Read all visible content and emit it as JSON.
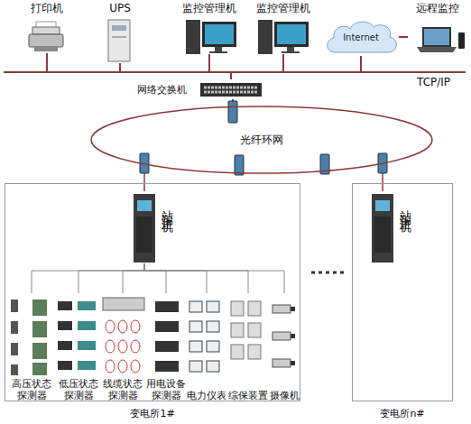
{
  "diagram": {
    "nodes": [
      {
        "text": [
          "打印机"
        ]
      },
      {
        "text": [
          "UPS"
        ]
      },
      {
        "text": [
          "监控管理机"
        ]
      },
      {
        "text": [
          "监控管理机"
        ]
      },
      {
        "text": [
          "Internet"
        ]
      },
      {
        "text": [
          "远程监控"
        ]
      },
      {
        "text": [
          "网络交换机"
        ]
      },
      {
        "text": [
          "光纤环网"
        ]
      },
      {
        "text": [
          "变电所1#"
        ]
      },
      {
        "text": [
          "站端主机"
        ],
        "in": 8
      },
      {
        "text": [
          "高压状态探测器"
        ],
        "in": 8
      },
      {
        "text": [
          "低压状态探测器"
        ],
        "in": 8
      },
      {
        "text": [
          "线缆状态探测器"
        ],
        "in": 8
      },
      {
        "text": [
          "用电设备探测器"
        ],
        "in": 8
      },
      {
        "text": [
          "电力仪表"
        ],
        "in": 8
      },
      {
        "text": [
          "综保装置"
        ],
        "in": 8
      },
      {
        "text": [
          "摄像机"
        ],
        "in": 8
      },
      {
        "text": [
          "变电所n#"
        ]
      },
      {
        "text": [
          "站端主机"
        ],
        "in": 17
      }
    ],
    "edges": [
      {
        "from": 0,
        "to": 6,
        "arrow": "none"
      },
      {
        "from": 1,
        "to": 6,
        "arrow": "none"
      },
      {
        "from": 2,
        "to": 6,
        "arrow": "none"
      },
      {
        "from": 3,
        "to": 6,
        "arrow": "none"
      },
      {
        "from": 4,
        "to": 6,
        "arrow": "none"
      },
      {
        "from": 4,
        "to": 5,
        "arrow": "none"
      },
      {
        "from": 6,
        "to": 7,
        "arrow": "none"
      },
      {
        "from": 7,
        "to": 9,
        "arrow": "none"
      },
      {
        "from": 7,
        "to": 18,
        "arrow": "none"
      },
      {
        "from": 9,
        "to": 10,
        "arrow": "none"
      },
      {
        "from": 9,
        "to": 11,
        "arrow": "none"
      },
      {
        "from": 9,
        "to": 12,
        "arrow": "none"
      },
      {
        "from": 9,
        "to": 13,
        "arrow": "none"
      },
      {
        "from": 9,
        "to": 14,
        "arrow": "none"
      },
      {
        "from": 9,
        "to": 15,
        "arrow": "none"
      },
      {
        "from": 9,
        "to": 16,
        "arrow": "none"
      }
    ],
    "labels": [
      "TCP/IP"
    ]
  }
}
